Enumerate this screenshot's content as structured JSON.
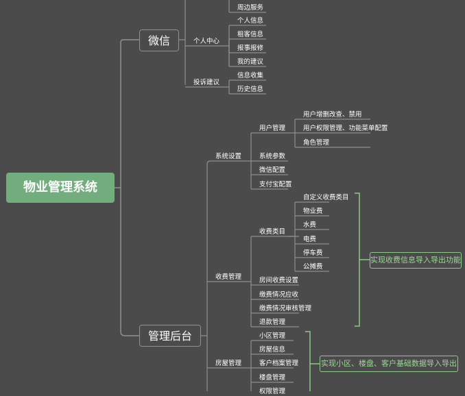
{
  "root": "物业管理系统",
  "wechat": {
    "title": "微信",
    "groups": [
      {
        "label": "",
        "items": [
          "周边服务"
        ]
      },
      {
        "label": "个人中心",
        "items": [
          "个人信息",
          "租客信息",
          "报事报修",
          "我的建议"
        ]
      },
      {
        "label": "投诉建议",
        "items": [
          "信息收集",
          "历史信息"
        ]
      }
    ]
  },
  "admin": {
    "title": "管理后台",
    "system": {
      "label": "系统设置",
      "user_mgmt": {
        "label": "用户管理",
        "items": [
          "用户增删改查、禁用",
          "用户权限管理、功能菜单配置",
          "角色管理"
        ]
      },
      "items": [
        "系统参数",
        "微信配置",
        "支付宝配置"
      ]
    },
    "fees": {
      "label": "收费管理",
      "category": {
        "label": "收费类目",
        "items": [
          "自定义收费类目",
          "物业费",
          "水费",
          "电费",
          "停车费",
          "公摊费"
        ]
      },
      "items": [
        "房间收费设置",
        "缴费情况应收",
        "缴费情况审核管理",
        "退款管理"
      ],
      "note": "实现收费信息导入导出功能"
    },
    "housing": {
      "label": "房屋管理",
      "items": [
        "小区管理",
        "房屋信息",
        "客户档案管理",
        "楼盘管理",
        "权限管理"
      ],
      "note": "实现小区、楼盘、客户基础数据导入导出"
    }
  },
  "colors": {
    "background": "#4a4b4a",
    "root": "#72ad7e",
    "line": "#8e918e",
    "note": "#8fc98a"
  }
}
